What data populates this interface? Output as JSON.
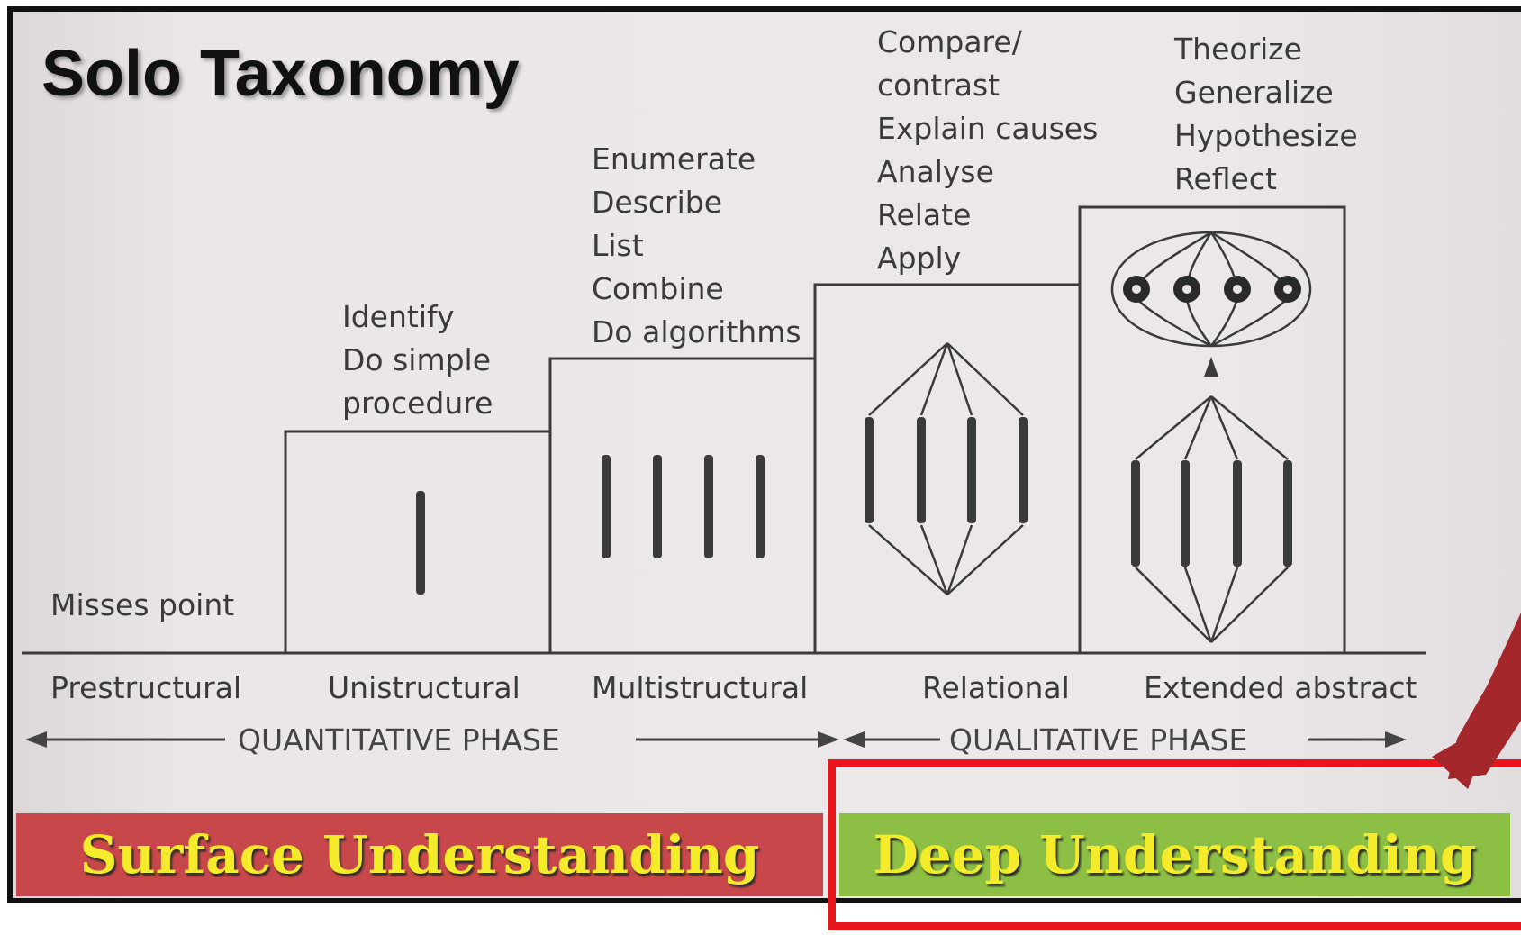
{
  "title": "Solo Taxonomy",
  "levels": [
    {
      "id": "prestructural",
      "name": "Prestructural",
      "verbs": [
        "Misses point"
      ]
    },
    {
      "id": "unistructural",
      "name": "Unistructural",
      "verbs": [
        "Identify",
        "Do simple",
        "procedure"
      ]
    },
    {
      "id": "multistructural",
      "name": "Multistructural",
      "verbs": [
        "Enumerate",
        "Describe",
        "List",
        "Combine",
        "Do algorithms"
      ]
    },
    {
      "id": "relational",
      "name": "Relational",
      "verbs": [
        "Compare/",
        "contrast",
        "Explain causes",
        "Analyse",
        "Relate",
        "Apply"
      ]
    },
    {
      "id": "extended-abstract",
      "name": "Extended abstract",
      "verbs": [
        "Theorize",
        "Generalize",
        "Hypothesize",
        "Reflect"
      ]
    }
  ],
  "phases": {
    "quantitative": "QUANTITATIVE PHASE",
    "qualitative": "QUALITATIVE PHASE"
  },
  "bands": {
    "surface": "Surface Understanding",
    "deep": "Deep  Understanding"
  },
  "colors": {
    "surface_band": "#c8474a",
    "deep_band": "#8cbf43",
    "band_text": "#f4ec2a",
    "highlight_box": "#e8161c",
    "callout_arrow": "#a3272b"
  }
}
